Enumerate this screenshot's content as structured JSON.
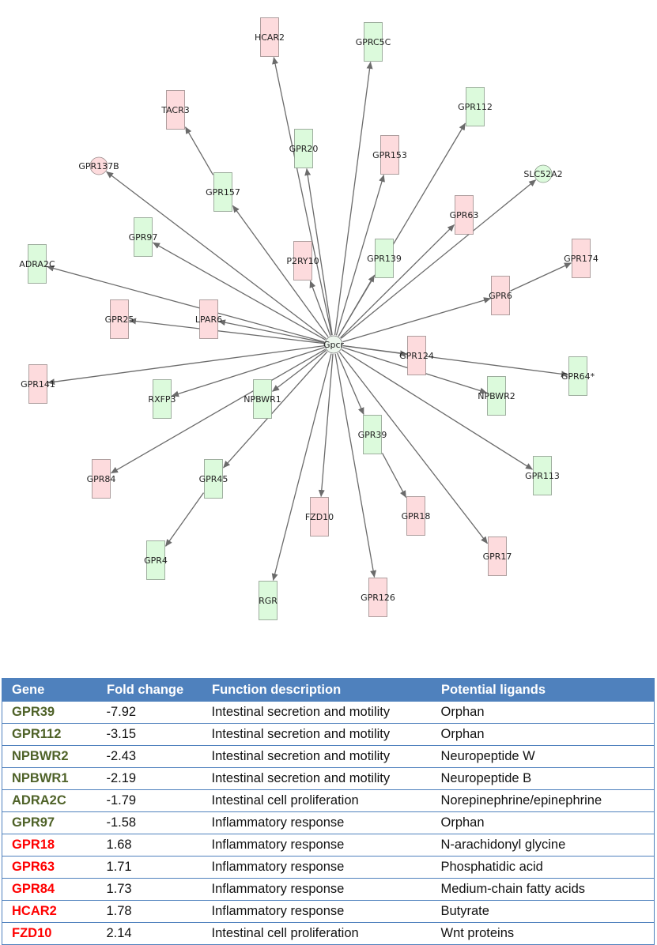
{
  "network": {
    "hub": {
      "label": "Gpcr"
    },
    "nodes": [
      {
        "id": "HCAR2",
        "label": "HCAR2",
        "reg": "up",
        "shape": "rect"
      },
      {
        "id": "GPRC5C",
        "label": "GPRC5C",
        "reg": "down",
        "shape": "rect"
      },
      {
        "id": "GPR112",
        "label": "GPR112",
        "reg": "down",
        "shape": "rect"
      },
      {
        "id": "TACR3",
        "label": "TACR3",
        "reg": "up",
        "shape": "rect"
      },
      {
        "id": "GPR20",
        "label": "GPR20",
        "reg": "down",
        "shape": "rect"
      },
      {
        "id": "GPR153",
        "label": "GPR153",
        "reg": "up",
        "shape": "rect"
      },
      {
        "id": "GPR137B",
        "label": "GPR137B",
        "reg": "up",
        "shape": "circle"
      },
      {
        "id": "SLC52A2",
        "label": "SLC52A2",
        "reg": "down",
        "shape": "circle"
      },
      {
        "id": "GPR157",
        "label": "GPR157",
        "reg": "down",
        "shape": "rect"
      },
      {
        "id": "GPR63",
        "label": "GPR63",
        "reg": "up",
        "shape": "rect"
      },
      {
        "id": "GPR97",
        "label": "GPR97",
        "reg": "down",
        "shape": "rect"
      },
      {
        "id": "GPR139",
        "label": "GPR139",
        "reg": "down",
        "shape": "rect"
      },
      {
        "id": "P2RY10",
        "label": "P2RY10",
        "reg": "up",
        "shape": "rect"
      },
      {
        "id": "GPR174",
        "label": "GPR174",
        "reg": "up",
        "shape": "rect"
      },
      {
        "id": "ADRA2C",
        "label": "ADRA2C",
        "reg": "down",
        "shape": "rect"
      },
      {
        "id": "GPR6",
        "label": "GPR6",
        "reg": "up",
        "shape": "rect"
      },
      {
        "id": "GPR25",
        "label": "GPR25",
        "reg": "up",
        "shape": "rect"
      },
      {
        "id": "LPAR6",
        "label": "LPAR6",
        "reg": "up",
        "shape": "rect"
      },
      {
        "id": "GPR124",
        "label": "GPR124",
        "reg": "up",
        "shape": "rect"
      },
      {
        "id": "GPR141",
        "label": "GPR141",
        "reg": "up",
        "shape": "rect"
      },
      {
        "id": "GPR64",
        "label": "GPR64*",
        "reg": "down",
        "shape": "rect"
      },
      {
        "id": "RXFP3",
        "label": "RXFP3",
        "reg": "down",
        "shape": "rect"
      },
      {
        "id": "NPBWR1",
        "label": "NPBWR1",
        "reg": "down",
        "shape": "rect"
      },
      {
        "id": "NPBWR2",
        "label": "NPBWR2",
        "reg": "down",
        "shape": "rect"
      },
      {
        "id": "GPR39",
        "label": "GPR39",
        "reg": "down",
        "shape": "rect"
      },
      {
        "id": "GPR84",
        "label": "GPR84",
        "reg": "up",
        "shape": "rect"
      },
      {
        "id": "GPR45",
        "label": "GPR45",
        "reg": "down",
        "shape": "rect"
      },
      {
        "id": "GPR113",
        "label": "GPR113",
        "reg": "down",
        "shape": "rect"
      },
      {
        "id": "FZD10",
        "label": "FZD10",
        "reg": "up",
        "shape": "rect"
      },
      {
        "id": "GPR18",
        "label": "GPR18",
        "reg": "up",
        "shape": "rect"
      },
      {
        "id": "GPR4",
        "label": "GPR4",
        "reg": "down",
        "shape": "rect"
      },
      {
        "id": "GPR17",
        "label": "GPR17",
        "reg": "up",
        "shape": "rect"
      },
      {
        "id": "RGR",
        "label": "RGR",
        "reg": "down",
        "shape": "rect"
      },
      {
        "id": "GPR126",
        "label": "GPR126",
        "reg": "up",
        "shape": "rect"
      }
    ],
    "edges": [
      {
        "from": "hub",
        "to": "HCAR2"
      },
      {
        "from": "hub",
        "to": "GPRC5C"
      },
      {
        "from": "hub",
        "to": "GPR112"
      },
      {
        "from": "GPR157",
        "to": "TACR3"
      },
      {
        "from": "hub",
        "to": "GPR20"
      },
      {
        "from": "hub",
        "to": "GPR153"
      },
      {
        "from": "hub",
        "to": "GPR137B"
      },
      {
        "from": "hub",
        "to": "SLC52A2"
      },
      {
        "from": "hub",
        "to": "GPR157"
      },
      {
        "from": "hub",
        "to": "GPR63"
      },
      {
        "from": "hub",
        "to": "GPR97"
      },
      {
        "from": "hub",
        "to": "GPR139"
      },
      {
        "from": "hub",
        "to": "P2RY10"
      },
      {
        "from": "GPR6",
        "to": "GPR174"
      },
      {
        "from": "hub",
        "to": "ADRA2C"
      },
      {
        "from": "hub",
        "to": "GPR6"
      },
      {
        "from": "hub",
        "to": "GPR25"
      },
      {
        "from": "hub",
        "to": "LPAR6"
      },
      {
        "from": "hub",
        "to": "GPR124"
      },
      {
        "from": "hub",
        "to": "GPR141"
      },
      {
        "from": "hub",
        "to": "GPR64"
      },
      {
        "from": "hub",
        "to": "RXFP3"
      },
      {
        "from": "hub",
        "to": "NPBWR1"
      },
      {
        "from": "hub",
        "to": "NPBWR2"
      },
      {
        "from": "hub",
        "to": "GPR39"
      },
      {
        "from": "hub",
        "to": "GPR84"
      },
      {
        "from": "hub",
        "to": "GPR45"
      },
      {
        "from": "hub",
        "to": "GPR113"
      },
      {
        "from": "hub",
        "to": "FZD10"
      },
      {
        "from": "GPR39",
        "to": "GPR18"
      },
      {
        "from": "GPR45",
        "to": "GPR4"
      },
      {
        "from": "hub",
        "to": "GPR17"
      },
      {
        "from": "hub",
        "to": "RGR"
      },
      {
        "from": "hub",
        "to": "GPR126"
      }
    ]
  },
  "table": {
    "headers": [
      "Gene",
      "Fold change",
      "Function description",
      "Potential ligands"
    ],
    "rows": [
      {
        "gene": "GPR39",
        "fold": "-7.92",
        "function": "Intestinal secretion and motility",
        "ligand": "Orphan",
        "reg": "down"
      },
      {
        "gene": "GPR112",
        "fold": "-3.15",
        "function": "Intestinal secretion and motility",
        "ligand": "Orphan",
        "reg": "down"
      },
      {
        "gene": "NPBWR2",
        "fold": "-2.43",
        "function": "Intestinal secretion and motility",
        "ligand": "Neuropeptide W",
        "reg": "down"
      },
      {
        "gene": "NPBWR1",
        "fold": "-2.19",
        "function": "Intestinal secretion and motility",
        "ligand": "Neuropeptide B",
        "reg": "down"
      },
      {
        "gene": "ADRA2C",
        "fold": "-1.79",
        "function": "Intestinal cell proliferation",
        "ligand": "Norepinephrine/epinephrine",
        "reg": "down"
      },
      {
        "gene": "GPR97",
        "fold": "-1.58",
        "function": "Inflammatory response",
        "ligand": "Orphan",
        "reg": "down"
      },
      {
        "gene": "GPR18",
        "fold": "1.68",
        "function": "Inflammatory response",
        "ligand": "N-arachidonyl glycine",
        "reg": "up"
      },
      {
        "gene": "GPR63",
        "fold": "1.71",
        "function": "Inflammatory response",
        "ligand": "Phosphatidic acid",
        "reg": "up"
      },
      {
        "gene": "GPR84",
        "fold": "1.73",
        "function": "Inflammatory response",
        "ligand": "Medium-chain fatty acids",
        "reg": "up"
      },
      {
        "gene": "HCAR2",
        "fold": "1.78",
        "function": "Inflammatory response",
        "ligand": "Butyrate",
        "reg": "up"
      },
      {
        "gene": "FZD10",
        "fold": "2.14",
        "function": "Intestinal cell proliferation",
        "ligand": "Wnt proteins",
        "reg": "up"
      }
    ]
  }
}
